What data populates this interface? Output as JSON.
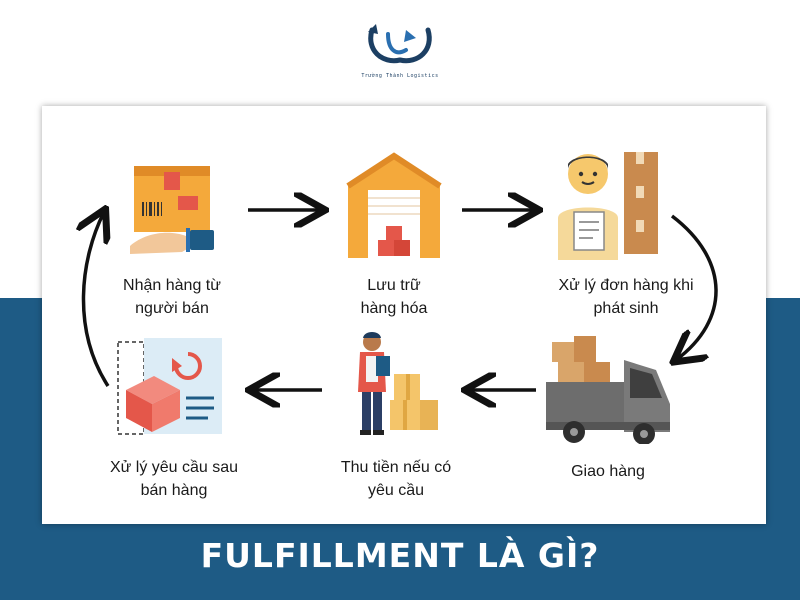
{
  "logo": {
    "name": "Trường Thành Logistics",
    "color": "#1c3f63"
  },
  "steps": [
    {
      "label_line1": "Nhận hàng từ",
      "label_line2": "người bán",
      "icon": "receive-goods-icon"
    },
    {
      "label_line1": "Lưu trữ",
      "label_line2": "hàng hóa",
      "icon": "warehouse-icon"
    },
    {
      "label_line1": "Xử lý đơn hàng khi",
      "label_line2": "phát sinh",
      "icon": "order-processing-icon"
    },
    {
      "label_line1": "Giao hàng",
      "label_line2": "",
      "icon": "delivery-truck-icon"
    },
    {
      "label_line1": "Thu tiền nếu có",
      "label_line2": "yêu cầu",
      "icon": "cash-collection-icon"
    },
    {
      "label_line1": "Xử lý yêu cầu sau",
      "label_line2": "bán hàng",
      "icon": "after-sales-returns-icon"
    }
  ],
  "footer": {
    "title": "FULFILLMENT LÀ GÌ?"
  },
  "colors": {
    "brand_blue": "#1e5b85",
    "box_orange": "#f4a93b",
    "box_red": "#e4574a",
    "arrow": "#111111"
  }
}
